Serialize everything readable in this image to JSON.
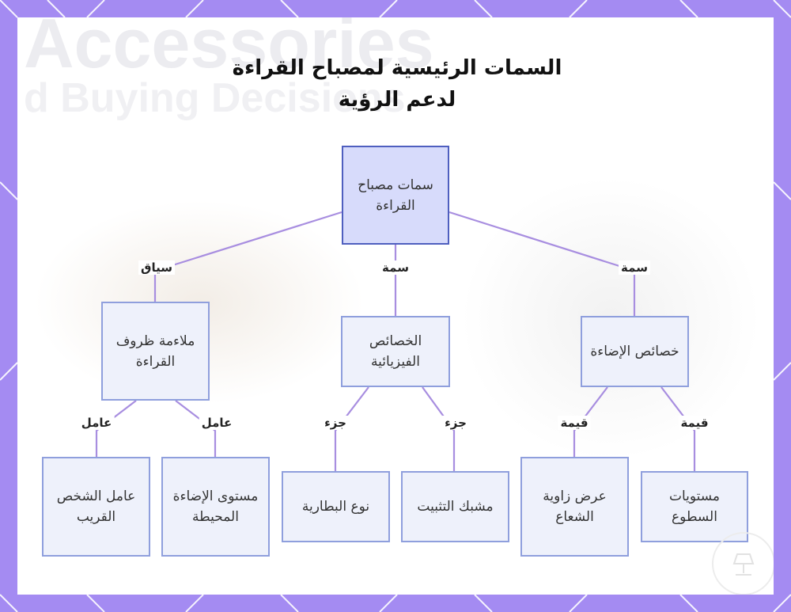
{
  "title": {
    "line1": "السمات الرئيسية لمصباح القراءة",
    "line2": "لدعم الرؤية"
  },
  "background_text": {
    "line1": "Accessories",
    "line2": "d Buying Decisions"
  },
  "colors": {
    "frame": "#a48bf2",
    "frame_lines": "#ffffff",
    "root_fill": "#d7dbfb",
    "root_border": "#4f5fbf",
    "node_fill": "#eef1fb",
    "node_border": "#8f9fdd",
    "edge": "#a88ee0"
  },
  "nodes": {
    "root": "سمات مصباح القراءة",
    "reading_conditions": "ملاءمة ظروف القراءة",
    "physical_features": "الخصائص الفيزيائية",
    "lighting_features": "خصائص الإضاءة",
    "nearby_person": "عامل الشخص القريب",
    "ambient_light": "مستوى الإضاءة المحيطة",
    "battery_type": "نوع البطارية",
    "mount_clip": "مشبك التثبيت",
    "beam_angle": "عرض زاوية الشعاع",
    "brightness_levels": "مستويات السطوع"
  },
  "edge_labels": {
    "root_to_conditions": "سياق",
    "root_to_physical": "سمة",
    "root_to_lighting": "سمة",
    "conditions_to_nearby": "عامل",
    "conditions_to_ambient": "عامل",
    "physical_to_battery": "جزء",
    "physical_to_clip": "جزء",
    "lighting_to_beam": "قيمة",
    "lighting_to_brightness": "قيمة"
  },
  "icons": {
    "watermark": "reading-lamp-logo-icon"
  }
}
